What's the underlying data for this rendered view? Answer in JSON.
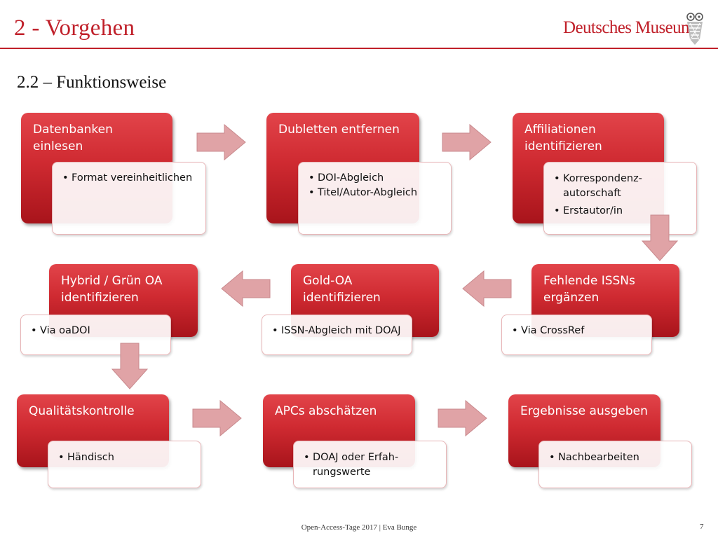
{
  "header": {
    "title": "2 - Vorgehen",
    "subtitle": "2.2 – Funktionsweise",
    "logo": "Deutsches Museum"
  },
  "steps": [
    {
      "title": "Datenbanken einlesen",
      "items": [
        "Format vereinheitlichen"
      ]
    },
    {
      "title": "Dubletten entfernen",
      "items": [
        "DOI-Abgleich",
        "Titel/Autor-Abgleich"
      ]
    },
    {
      "title": "Affiliationen identifizieren",
      "items": [
        "Korrespondenz-autorschaft",
        "Erstautor/in"
      ]
    },
    {
      "title": "Fehlende ISSNs ergänzen",
      "items": [
        "Via CrossRef"
      ]
    },
    {
      "title": "Gold-OA identifizieren",
      "items": [
        "ISSN-Abgleich mit DOAJ"
      ]
    },
    {
      "title": "Hybrid / Grün OA identifizieren",
      "items": [
        "Via oaDOI"
      ]
    },
    {
      "title": "Qualitätskontrolle",
      "items": [
        "Händisch"
      ]
    },
    {
      "title": "APCs abschätzen",
      "items": [
        "DOAJ oder Erfah-rungswerte"
      ]
    },
    {
      "title": "Ergebnisse ausgeben",
      "items": [
        "Nachbearbeiten"
      ]
    }
  ],
  "footer": {
    "text": "Open-Access-Tage 2017 | Eva Bunge",
    "page": "7"
  },
  "colors": {
    "accent": "#c0202a",
    "box": "#cf2a31",
    "arrow": "#e0a3a6"
  },
  "icons": [
    "owl-icon",
    "arrow-right-icon",
    "arrow-left-icon",
    "arrow-down-icon"
  ]
}
